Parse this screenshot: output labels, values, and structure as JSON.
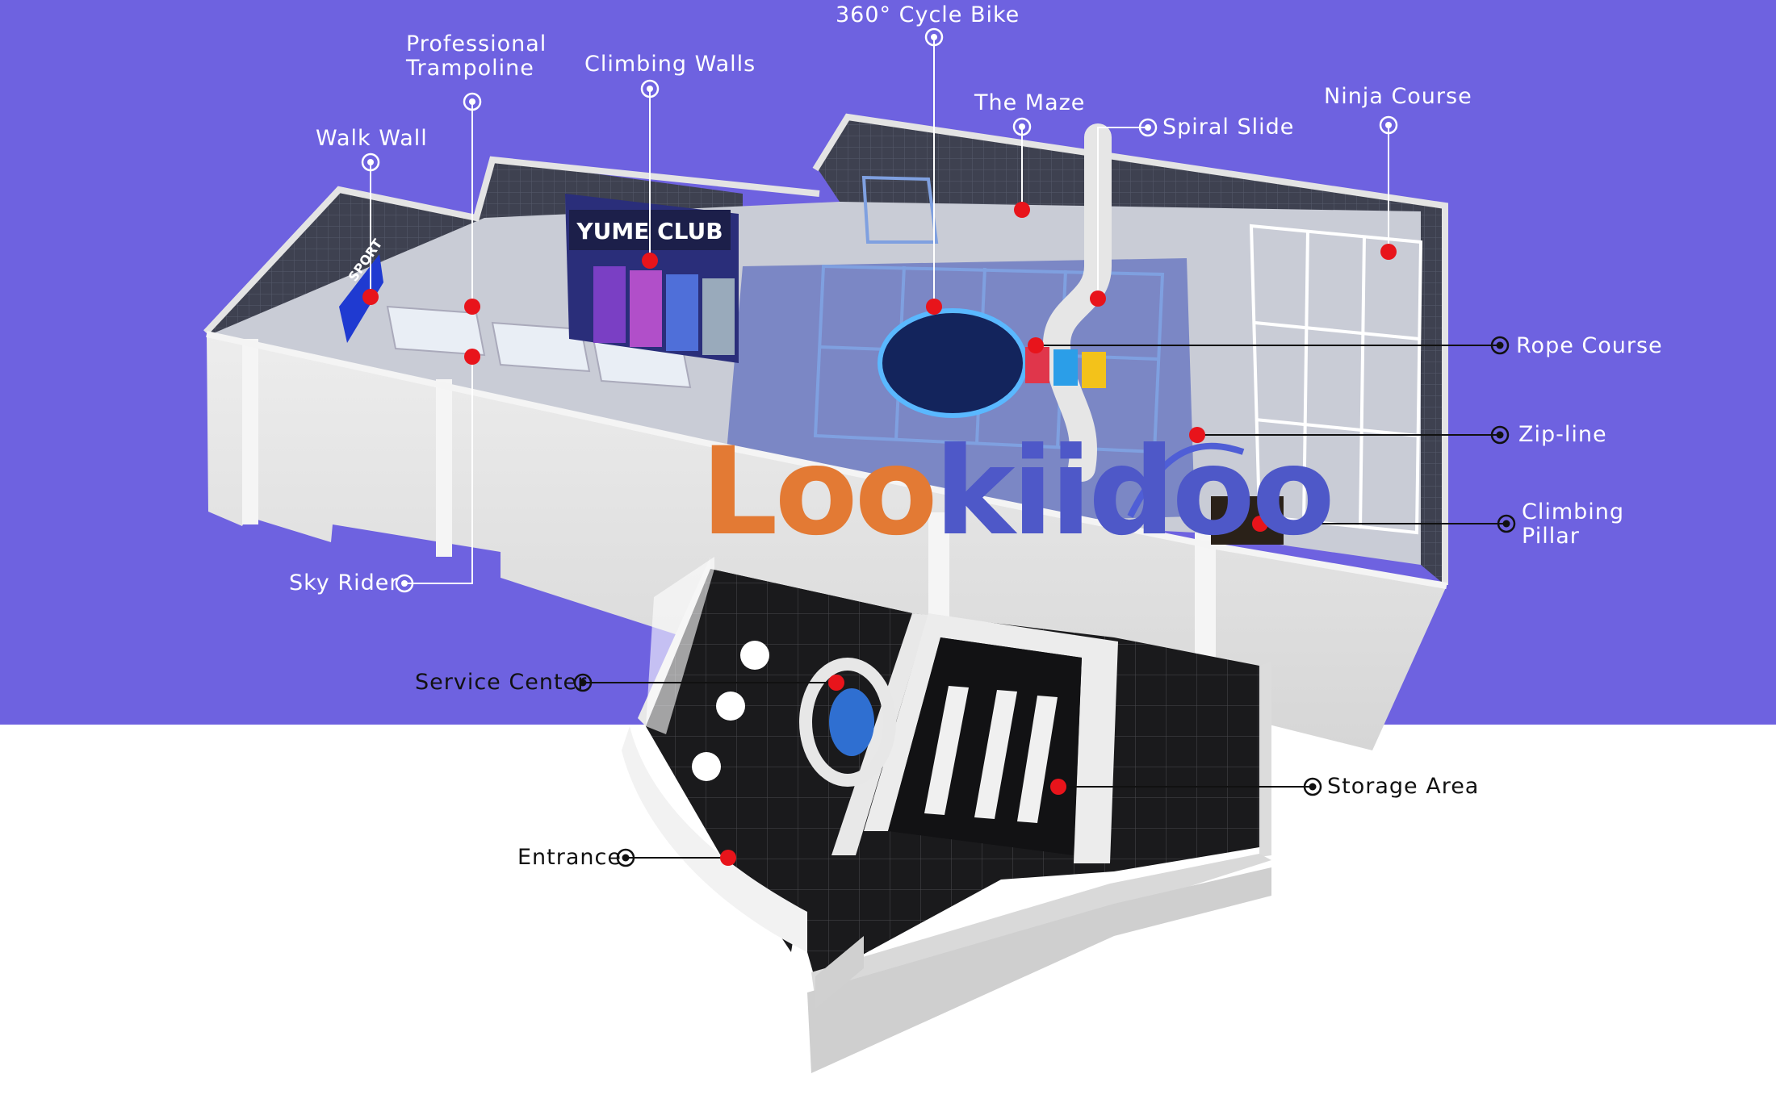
{
  "brand": {
    "watermark_part1": "Loo",
    "watermark_part2": "kiidoo",
    "colors": {
      "background_top": "#6E62E0",
      "background_bottom": "#ffffff",
      "marker": "#E8141B",
      "logo_orange": "#E37A34",
      "logo_blue": "#4E58C8"
    }
  },
  "signage": {
    "club_sign": "YUME CLUB",
    "wall_sign": "SPORT"
  },
  "callouts": {
    "walk_wall": "Walk Wall",
    "professional_trampoline": "Professional\nTrampoline",
    "climbing_walls": "Climbing Walls",
    "cycle_bike": "360° Cycle Bike",
    "maze": "The Maze",
    "spiral_slide": "Spiral Slide",
    "ninja_course": "Ninja Course",
    "rope_course": "Rope Course",
    "zip_line": "Zip-line",
    "climbing_pillar": "Climbing\nPillar",
    "sky_rider": "Sky Rider",
    "service_center": "Service Center",
    "storage_area": "Storage Area",
    "entrance": "Entrance"
  }
}
